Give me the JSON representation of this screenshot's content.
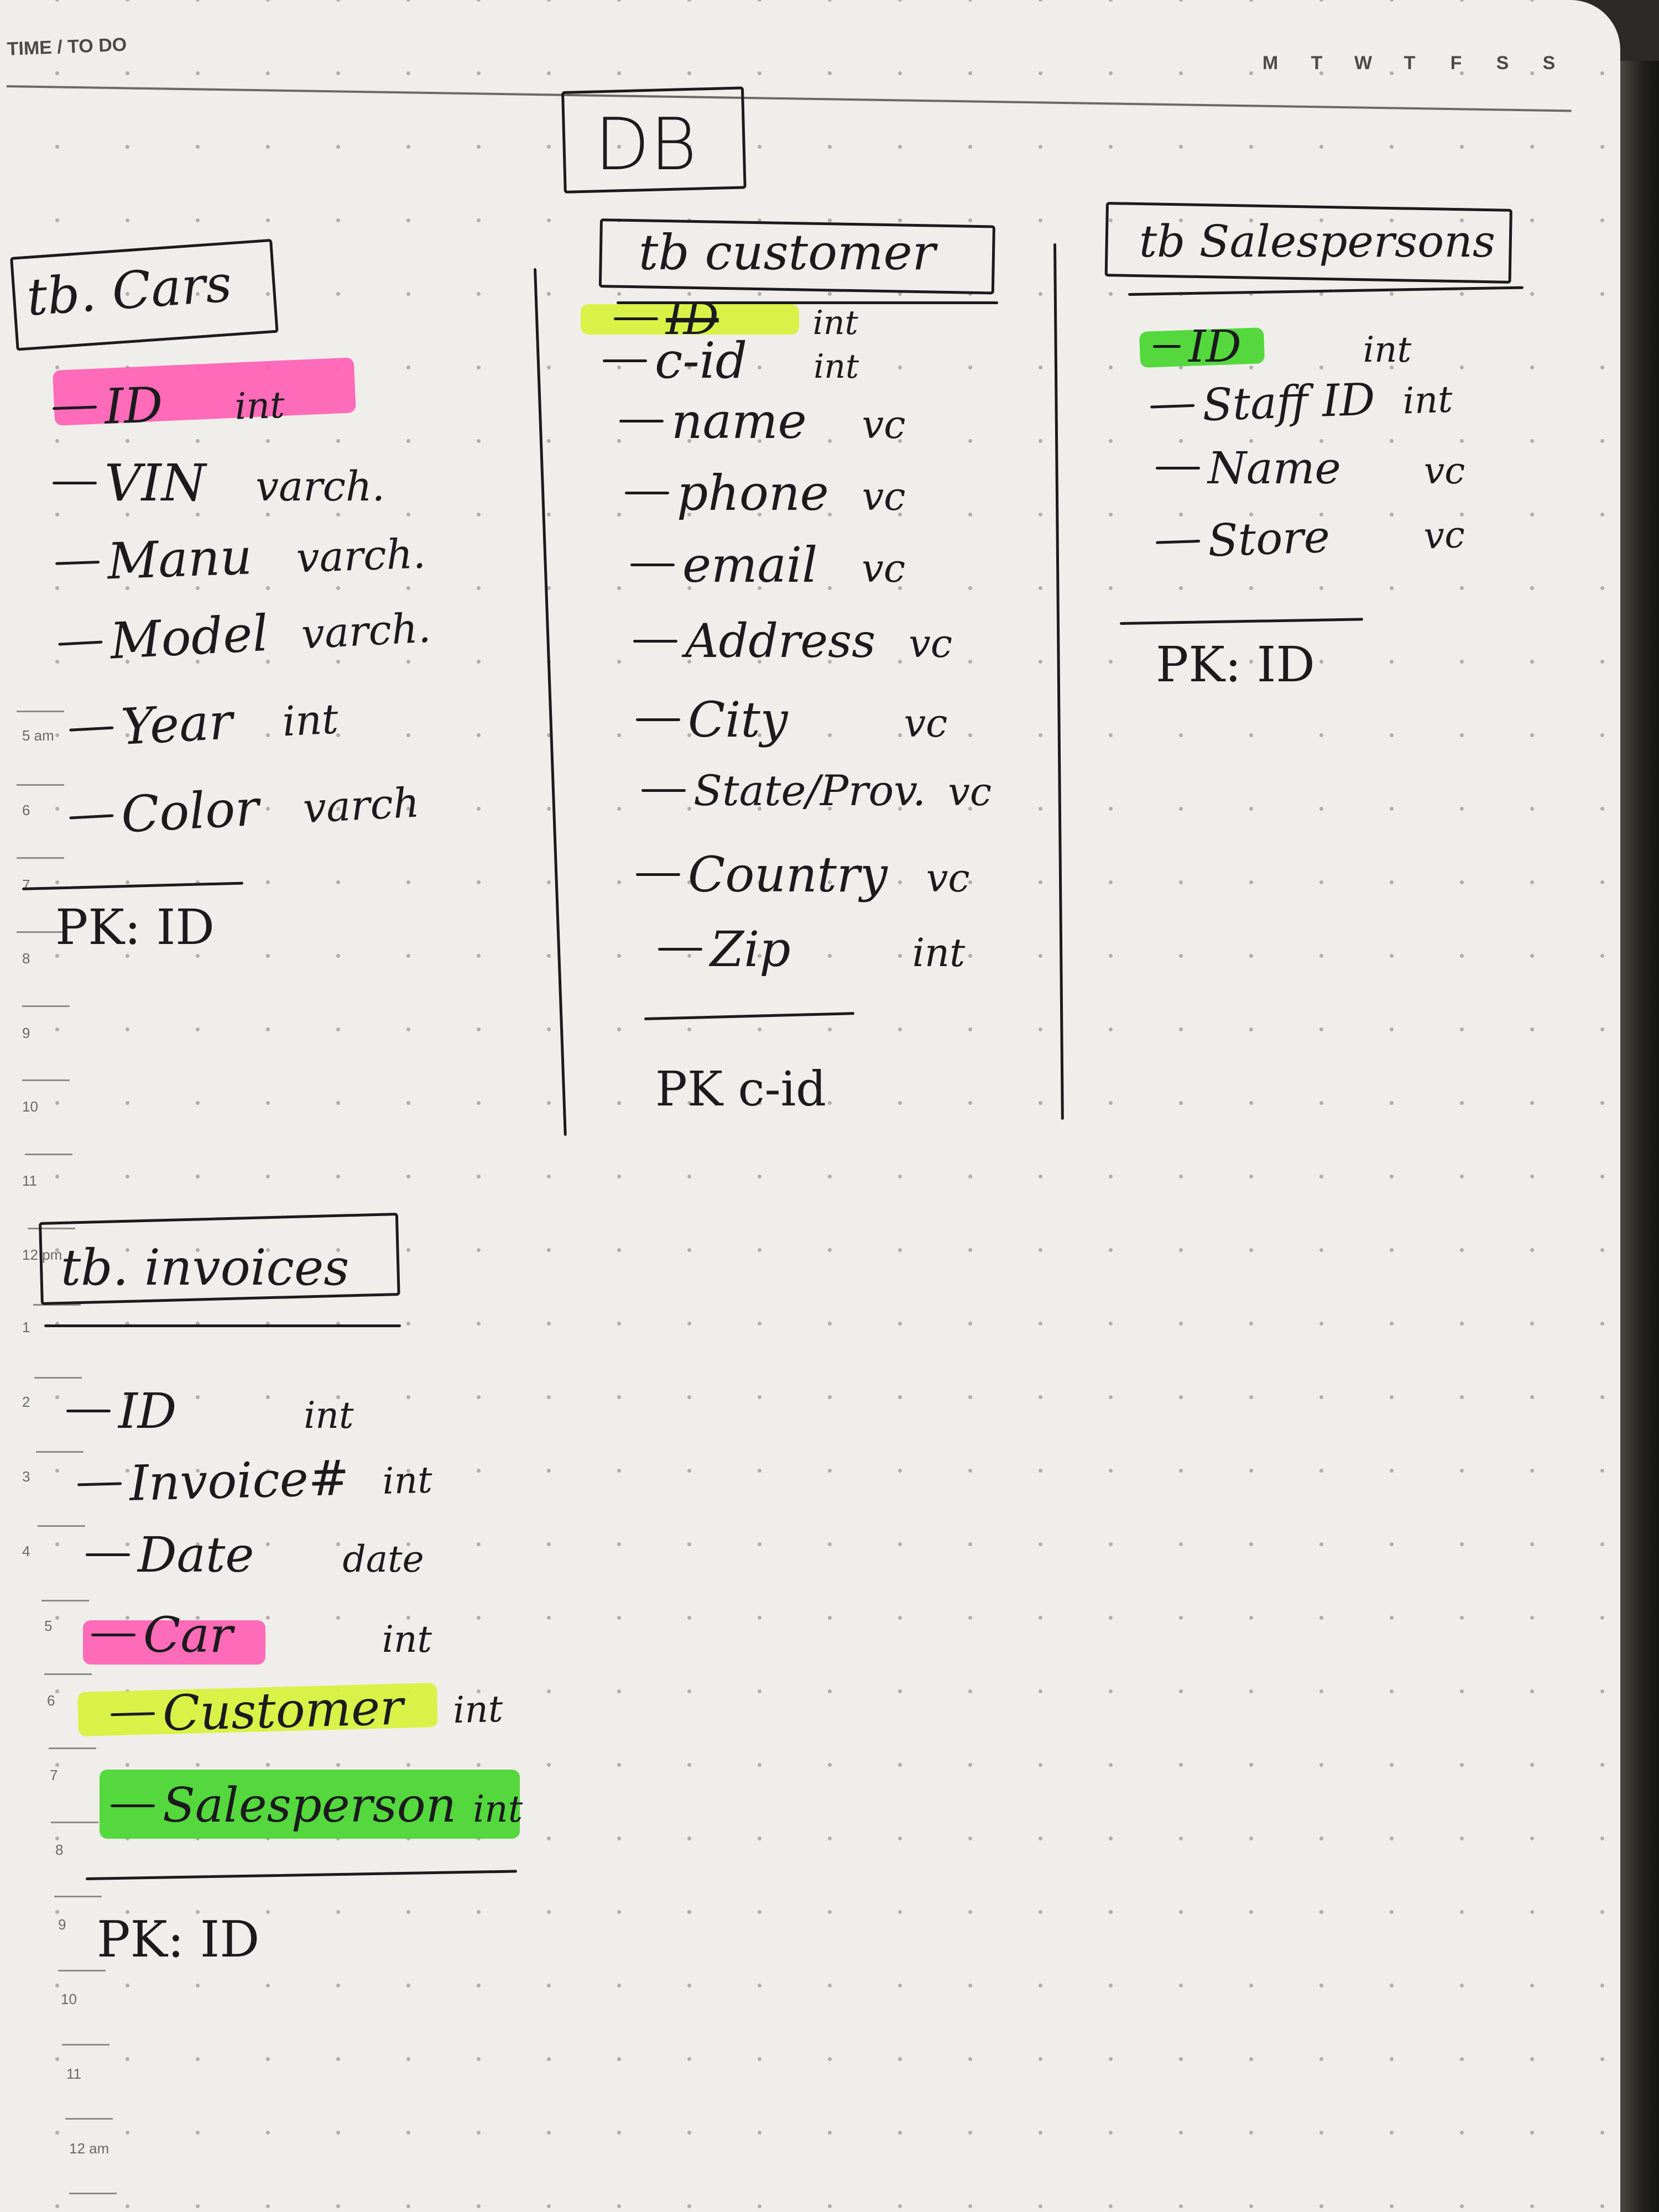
{
  "planner": {
    "header_label": "TIME / TO DO",
    "weekdays": [
      "M",
      "T",
      "W",
      "T",
      "F",
      "S",
      "S"
    ],
    "hours_top": [
      "5 am",
      "6",
      "7",
      "8",
      "9",
      "10",
      "11",
      "12 pm"
    ],
    "hours_bottom": [
      "1",
      "2",
      "3",
      "4",
      "5",
      "6",
      "7",
      "8",
      "9",
      "10",
      "11",
      "12 am"
    ]
  },
  "notes": {
    "title": "DB",
    "tables": {
      "cars": {
        "name": "tb. Cars",
        "fields": [
          {
            "name": "ID",
            "type": "int",
            "highlight": "#ff5fb3"
          },
          {
            "name": "VIN",
            "type": "varch."
          },
          {
            "name": "Manu",
            "type": "varch."
          },
          {
            "name": "Model",
            "type": "varch."
          },
          {
            "name": "Year",
            "type": "int"
          },
          {
            "name": "Color",
            "type": "varch"
          }
        ],
        "pk": "PK: ID"
      },
      "customer": {
        "name": "tb customer",
        "fields": [
          {
            "name": "ID",
            "type": "int",
            "highlight": "#d7f23a",
            "struck": true
          },
          {
            "name": "c-id",
            "type": "int"
          },
          {
            "name": "name",
            "type": "vc"
          },
          {
            "name": "phone",
            "type": "vc"
          },
          {
            "name": "email",
            "type": "vc"
          },
          {
            "name": "Address",
            "type": "vc"
          },
          {
            "name": "City",
            "type": "vc"
          },
          {
            "name": "State/Prov.",
            "type": "vc"
          },
          {
            "name": "Country",
            "type": "vc"
          },
          {
            "name": "Zip",
            "type": "int"
          }
        ],
        "pk": "PK c-id"
      },
      "salespersons": {
        "name": "tb Salespersons",
        "fields": [
          {
            "name": "ID",
            "type": "int",
            "highlight": "#47d62f"
          },
          {
            "name": "Staff ID",
            "type": "int"
          },
          {
            "name": "Name",
            "type": "vc"
          },
          {
            "name": "Store",
            "type": "vc"
          }
        ],
        "pk": "PK: ID"
      },
      "invoices": {
        "name": "tb. invoices",
        "fields": [
          {
            "name": "ID",
            "type": "int"
          },
          {
            "name": "Invoice#",
            "type": "int"
          },
          {
            "name": "Date",
            "type": "date"
          },
          {
            "name": "Car",
            "type": "int",
            "highlight": "#ff5fb3"
          },
          {
            "name": "Customer",
            "type": "int",
            "highlight": "#d7f23a"
          },
          {
            "name": "Salesperson",
            "type": "int",
            "highlight": "#47d62f"
          }
        ],
        "pk": "PK: ID"
      }
    }
  }
}
